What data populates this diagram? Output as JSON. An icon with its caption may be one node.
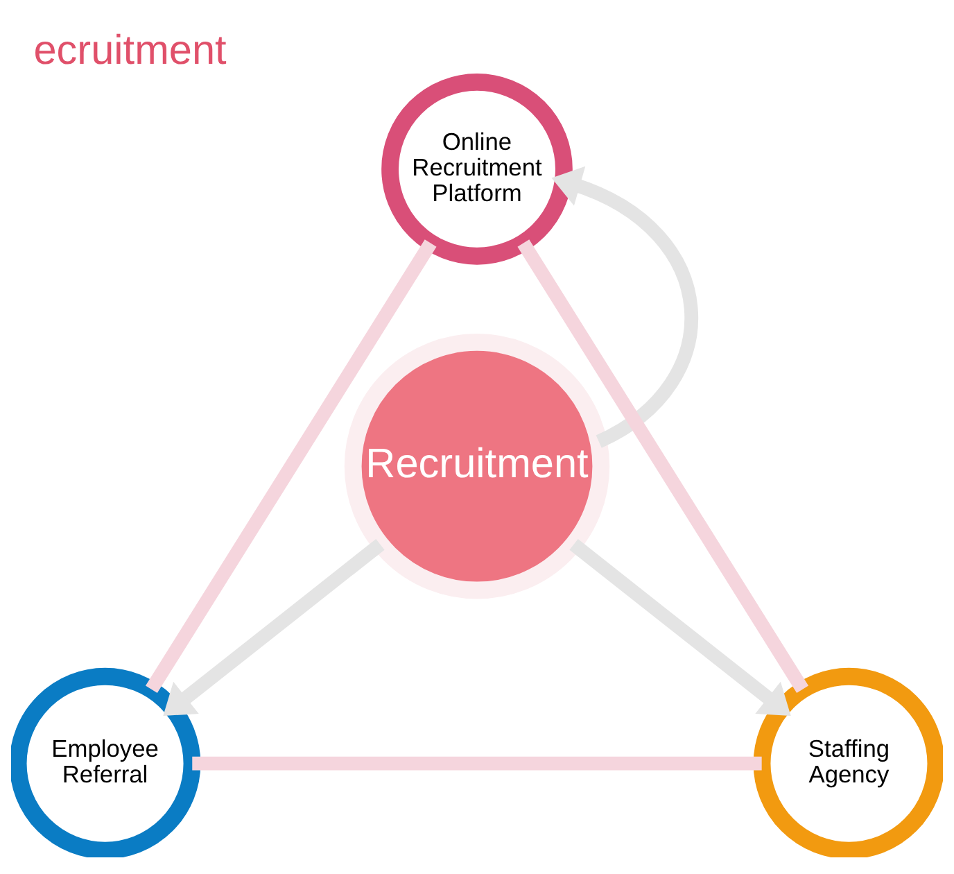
{
  "diagram": {
    "title": "ecruitment",
    "nodes": [
      {
        "text": [
          "Recruitment"
        ]
      },
      {
        "text": [
          "Online Recruitment Platform"
        ]
      },
      {
        "text": [
          "Employee Referral"
        ]
      },
      {
        "text": [
          "Staffing Agency"
        ]
      }
    ],
    "edges": [
      {
        "from": 0,
        "to": 1,
        "arrow": "to",
        "color": "#e4e4e4"
      },
      {
        "from": 0,
        "to": 2,
        "arrow": "to",
        "color": "#e4e4e4"
      },
      {
        "from": 0,
        "to": 3,
        "arrow": "to",
        "color": "#e4e4e4"
      },
      {
        "from": 1,
        "to": 2,
        "arrow": "none",
        "color": "#f5d5dd"
      },
      {
        "from": 1,
        "to": 3,
        "arrow": "none",
        "color": "#f5d5dd"
      },
      {
        "from": 2,
        "to": 3,
        "arrow": "none",
        "color": "#f5d5dd"
      }
    ]
  }
}
